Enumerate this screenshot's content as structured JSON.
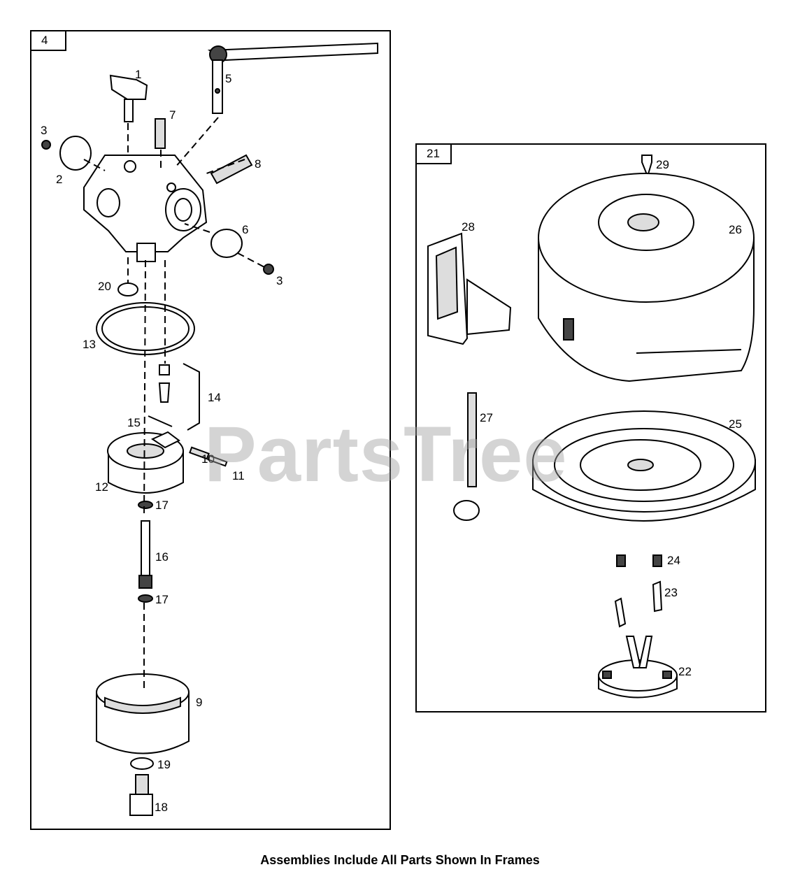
{
  "frames": {
    "carburetor": {
      "label": "4"
    },
    "starter": {
      "label": "21"
    }
  },
  "callouts": {
    "c1": "1",
    "c2": "2",
    "c3a": "3",
    "c3b": "3",
    "c5": "5",
    "c6": "6",
    "c7": "7",
    "c8": "8",
    "c9": "9",
    "c10": "10",
    "c11": "11",
    "c12": "12",
    "c13": "13",
    "c14": "14",
    "c15": "15",
    "c16": "16",
    "c17a": "17",
    "c17b": "17",
    "c18": "18",
    "c19": "19",
    "c20": "20",
    "c22": "22",
    "c23": "23",
    "c24": "24",
    "c25": "25",
    "c26": "26",
    "c27": "27",
    "c28": "28",
    "c29": "29"
  },
  "watermark": "PartsTree",
  "footer": "Assemblies Include All Parts Shown In Frames"
}
